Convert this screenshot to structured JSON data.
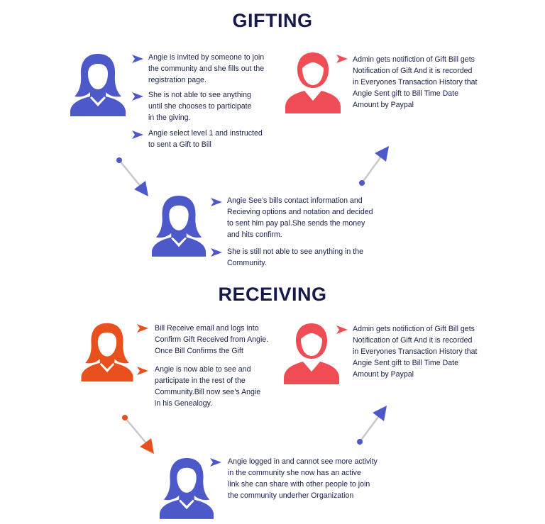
{
  "colors": {
    "blue": "#4d58c9",
    "red": "#ef4c55",
    "orange": "#e8501e",
    "title": "#151a4b",
    "arrow": "#c8c8c8"
  },
  "gifting": {
    "title": "GIFTING",
    "angie_points": [
      [
        "Angie is invited by someone to join",
        "the community and she fills out the",
        "registration page."
      ],
      [
        "She is not able to see anything",
        "until she chooses to participate",
        "in the giving."
      ],
      [
        "Angie select level 1 and instructed",
        "to sent a Gift to Bill"
      ]
    ],
    "admin_point": [
      "Admin gets notifiction of Gift Bill gets",
      "Notification of Gift And it is recorded",
      "in Everyones Transaction History that",
      "Angie Sent gift to Bill Time Date",
      "Amount  by Paypal"
    ],
    "angie2_points": [
      [
        "Angie See’s bills contact information and",
        "Recieving options and notation and decided",
        "to sent him pay pal.She sends the money",
        "and hits confirm."
      ],
      [
        "She is still not able to see anything in the",
        "Community."
      ]
    ]
  },
  "receiving": {
    "title": "RECEIVING",
    "bill_points": [
      [
        "Bill Receive email and logs into",
        "Confirm Gift Received from Angie.",
        "Once Bill Confirms the Gift"
      ],
      [
        "Angie is now able to see and",
        "participate in the rest of the",
        "Community.Bill now see’s Angie",
        "in his Genealogy."
      ]
    ],
    "admin_point": [
      "Admin gets notifiction of Gift Bill gets",
      "Notification of Gift And it is recorded",
      "in Everyones Transaction History that",
      "Angie Sent gift to Bill Time Date",
      "Amount  by Paypal"
    ],
    "angie_point": [
      "Angie logged in and cannot see more activity",
      "in the community she now has an active",
      "link she can share with other people to join",
      "the community underher Organization"
    ]
  }
}
